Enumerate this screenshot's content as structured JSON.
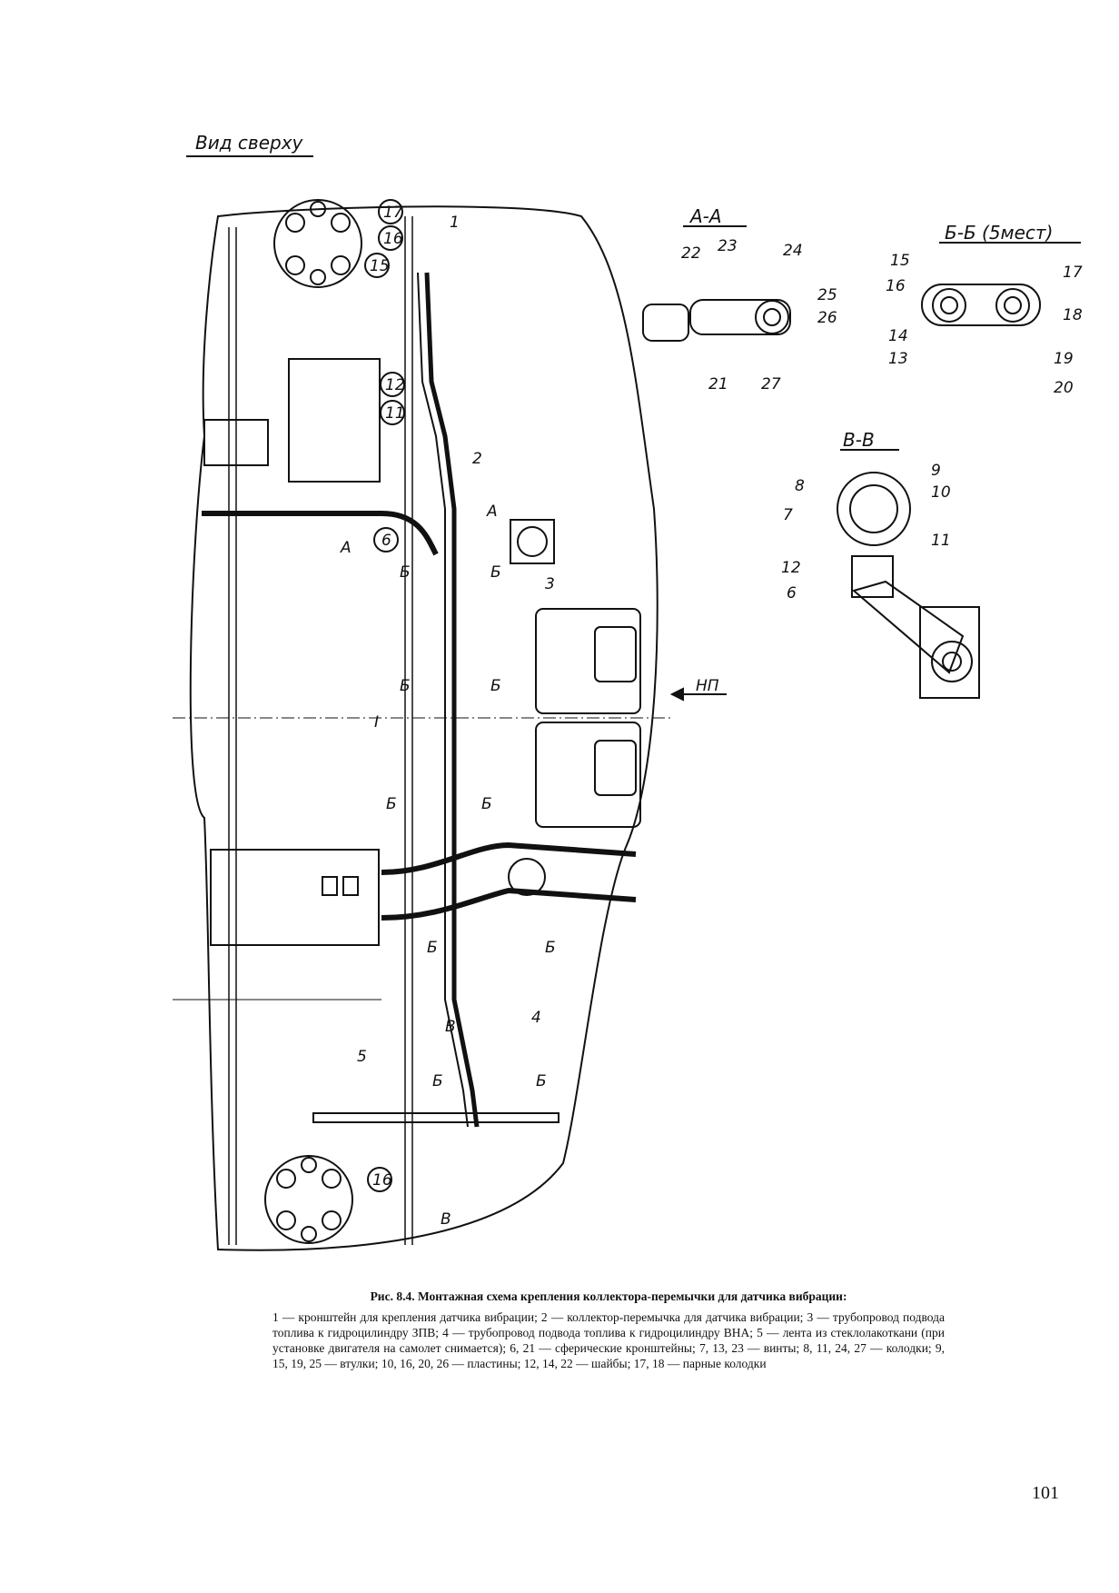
{
  "view_title": "Вид сверху",
  "callouts": [
    "1",
    "2",
    "3",
    "4",
    "5",
    "6",
    "7",
    "8",
    "9",
    "10",
    "11",
    "12",
    "13",
    "14",
    "15",
    "16",
    "17",
    "18",
    "19",
    "20",
    "21",
    "22",
    "23",
    "24",
    "25",
    "26",
    "27"
  ],
  "circled_labels": [
    "17",
    "16",
    "15",
    "12",
    "11",
    "6",
    "16"
  ],
  "sections": {
    "aa": "А-А",
    "bb": "Б-Б (5мест)",
    "vv": "В-В"
  },
  "section_marks": {
    "a": "А",
    "b": "Б",
    "v": "В",
    "np": "НП",
    "i": "I"
  },
  "caption": {
    "title": "Рис. 8.4. Монтажная схема крепления коллектора-перемычки для датчика вибрации:",
    "body": "1 — кронштейн для крепления датчика вибрации; 2 — коллектор-перемычка для датчика вибрации; 3 — трубопровод подвода топлива к гидроцилиндру ЗПВ; 4 — трубопровод подвода топлива к гидроцилиндру ВНА; 5 — лента из стеклолакоткани (при установке двигателя на самолет снимается); 6, 21 — сферические кронштейны; 7, 13, 23 — винты; 8, 11, 24, 27 — колодки; 9, 15, 19, 25 — втулки; 10, 16, 20, 26 — пластины; 12, 14, 22 — шайбы; 17, 18 — парные колодки"
  },
  "page_number": "101"
}
